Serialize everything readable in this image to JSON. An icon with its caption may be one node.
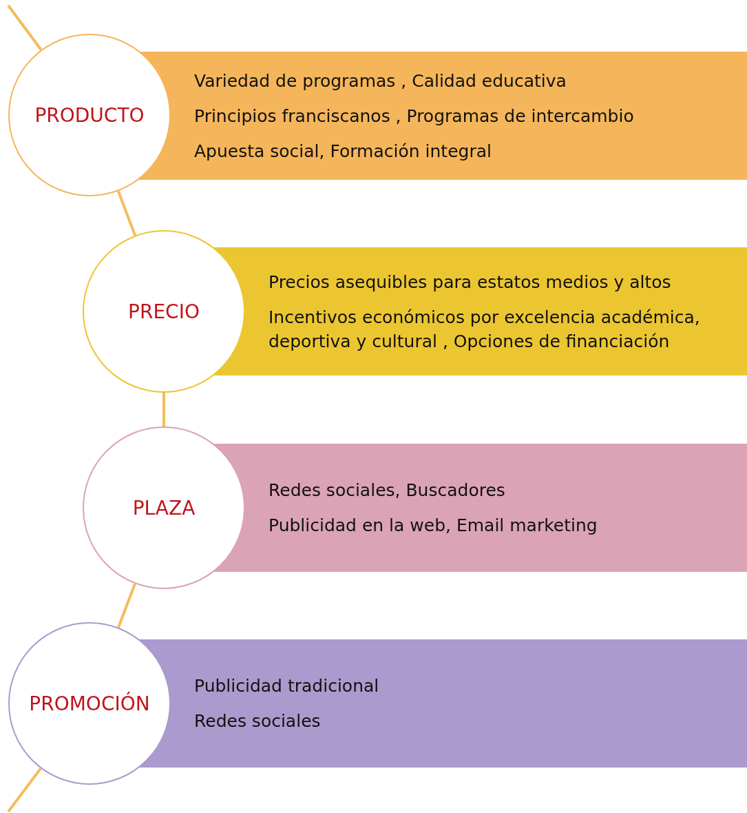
{
  "diagram": {
    "nodes": [
      {
        "text": [
          "PRODUCTO"
        ]
      },
      {
        "text": [
          "Variedad de programas , Calidad educativa",
          "Principios franciscanos , Programas de intercambio",
          "Apuesta social, Formación integral"
        ]
      },
      {
        "text": [
          "PRECIO"
        ]
      },
      {
        "text": [
          "Precios asequibles para estatos medios y altos",
          "Incentivos económicos por excelencia académica, deportiva y cultural , Opciones de financiación"
        ]
      },
      {
        "text": [
          "PLAZA"
        ]
      },
      {
        "text": [
          "Redes sociales, Buscadores",
          "Publicidad en la web, Email marketing"
        ]
      },
      {
        "text": [
          "PROMOCIÓN"
        ]
      },
      {
        "text": [
          "Publicidad tradicional",
          "Redes sociales"
        ]
      }
    ],
    "edges": [
      {
        "from": null,
        "to": 0,
        "arrow": "none"
      },
      {
        "from": 0,
        "to": 2,
        "arrow": "none"
      },
      {
        "from": 2,
        "to": 4,
        "arrow": "none"
      },
      {
        "from": 4,
        "to": 6,
        "arrow": "none"
      },
      {
        "from": 6,
        "to": null,
        "arrow": "none"
      }
    ]
  }
}
